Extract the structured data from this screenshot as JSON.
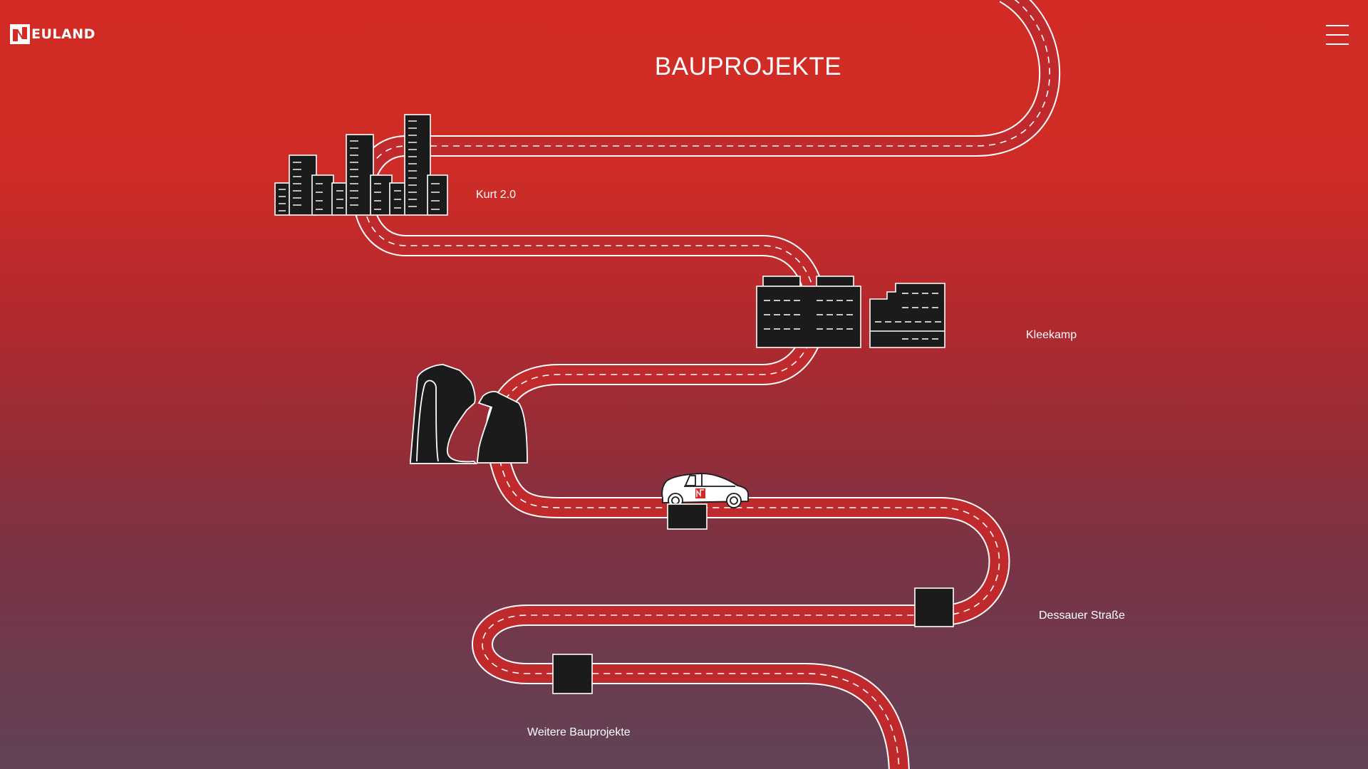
{
  "header": {
    "brand": "EULAND",
    "page_title": "BAUPROJEKTE",
    "menu_icon": "hamburger-menu-icon"
  },
  "projects": [
    {
      "label": "Kurt 2.0",
      "icon": "city-skyline-icon"
    },
    {
      "label": "Kleekamp",
      "icon": "office-buildings-icon"
    },
    {
      "label": "Dessauer Straße",
      "icon": "building-square-icon"
    },
    {
      "label": "Weitere Bauprojekte",
      "icon": "building-square-icon"
    }
  ],
  "decorations": {
    "curved_buildings": "curved-buildings-icon",
    "car": "car-icon",
    "road": "winding-road"
  },
  "colors": {
    "background_top": "#d22b25",
    "background_bottom": "#614257",
    "foreground": "#ffffff",
    "building_fill": "#1b1b1b"
  }
}
